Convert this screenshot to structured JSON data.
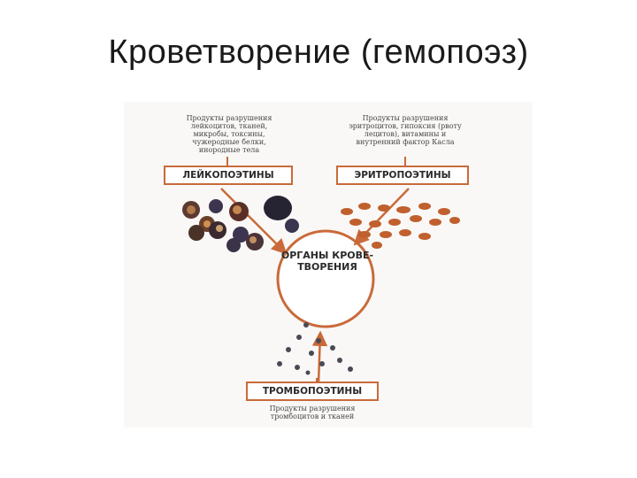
{
  "slide": {
    "title": "Кроветворение (гемопоэз)"
  },
  "diagram": {
    "top_left_note": "Продукты разрушения лейкоцитов, тканей, микробы, токсины, чужеродные белки, инородные тела",
    "top_right_note": "Продукты разрушения эритроцитов, гипоксия (рвоту лецитов), витамины и внутренний фактор Касла",
    "bottom_note": "Продукты разрушения тромбоцитов и тканей",
    "leuko_box": "ЛЕЙКОПОЭТИНЫ",
    "erythro_box": "ЭРИТРОПОЭТИНЫ",
    "thrombo_box": "ТРОМБОПОЭТИНЫ",
    "center": "ОРГАНЫ КРОВЕ- ТВОРЕНИЯ",
    "colors": {
      "box_border": "#c96a3a",
      "arrow": "#c96a3a",
      "erythrocyte": "#c0602e",
      "leukocyte": "#3d3550",
      "thrombocyte": "#4a4a55"
    }
  }
}
